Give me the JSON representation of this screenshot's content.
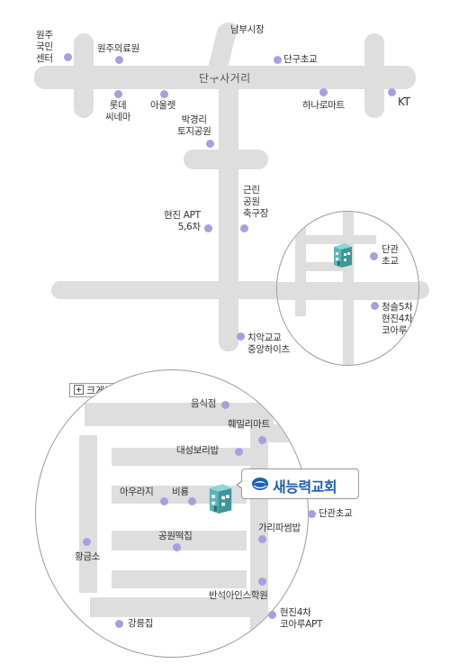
{
  "top_map": {
    "road_name": "단구사거리",
    "labels": {
      "wonju_hs": "원주\n국민\n센터",
      "wonju_hospital": "원주의료원",
      "nambu_market": "남부시장",
      "dangu_school": "단구초교",
      "lotte_cinema": "롯데\n씨네마",
      "ariel": "아울렛",
      "hanaro_mart": "하나로마트",
      "kt": "KT",
      "park_clinic": "박경리\n토지공원",
      "park_field": "근린\n공원\n축구장",
      "hyunjin_apt": "현진 APT\n5,6차",
      "dangwan_school": "단관\n초교",
      "chungsol": "청솔5차\n현진4차\n코아루",
      "chiak_school": "치악교교\n중앙하이츠"
    }
  },
  "zoom_button": {
    "label": "크게보기"
  },
  "detail_map": {
    "church_name": "새능력교회",
    "labels": {
      "restaurant": "음식점",
      "family_mart": "훼밀리마트",
      "daesung": "대성보리밥",
      "aurajji": "아우라지",
      "biryong": "비룡",
      "gari": "가리파썸밥",
      "dangwan": "단관초교",
      "hwanggeum": "황금소",
      "park_rice": "공원떡집",
      "banseok": "반석아인스학원",
      "hyunjin4": "현진4차\n코아루APT",
      "gangneung": "강릉집"
    }
  },
  "colors": {
    "road": "#dedede",
    "pin": "#a99ee0",
    "church_text": "#1d5fb0",
    "building": "#5ab6b8"
  }
}
